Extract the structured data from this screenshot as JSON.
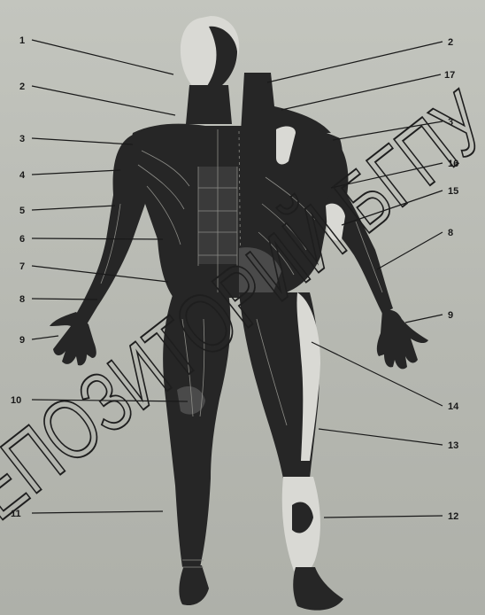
{
  "title": "",
  "watermark_text": "РЕПОЗИТОРИЙ БГПУ",
  "labels": [
    {
      "id": "1",
      "side": "left"
    },
    {
      "id": "2",
      "side": "left"
    },
    {
      "id": "3",
      "side": "left"
    },
    {
      "id": "4",
      "side": "left"
    },
    {
      "id": "5",
      "side": "left"
    },
    {
      "id": "6",
      "side": "left"
    },
    {
      "id": "7",
      "side": "left"
    },
    {
      "id": "8",
      "side": "left"
    },
    {
      "id": "9",
      "side": "left"
    },
    {
      "id": "10",
      "side": "left"
    },
    {
      "id": "11",
      "side": "left"
    },
    {
      "id": "2",
      "side": "right"
    },
    {
      "id": "17",
      "side": "right"
    },
    {
      "id": "3",
      "side": "right"
    },
    {
      "id": "16",
      "side": "right"
    },
    {
      "id": "15",
      "side": "right"
    },
    {
      "id": "8",
      "side": "right"
    },
    {
      "id": "9",
      "side": "right"
    },
    {
      "id": "14",
      "side": "right"
    },
    {
      "id": "13",
      "side": "right"
    },
    {
      "id": "12",
      "side": "right"
    }
  ]
}
